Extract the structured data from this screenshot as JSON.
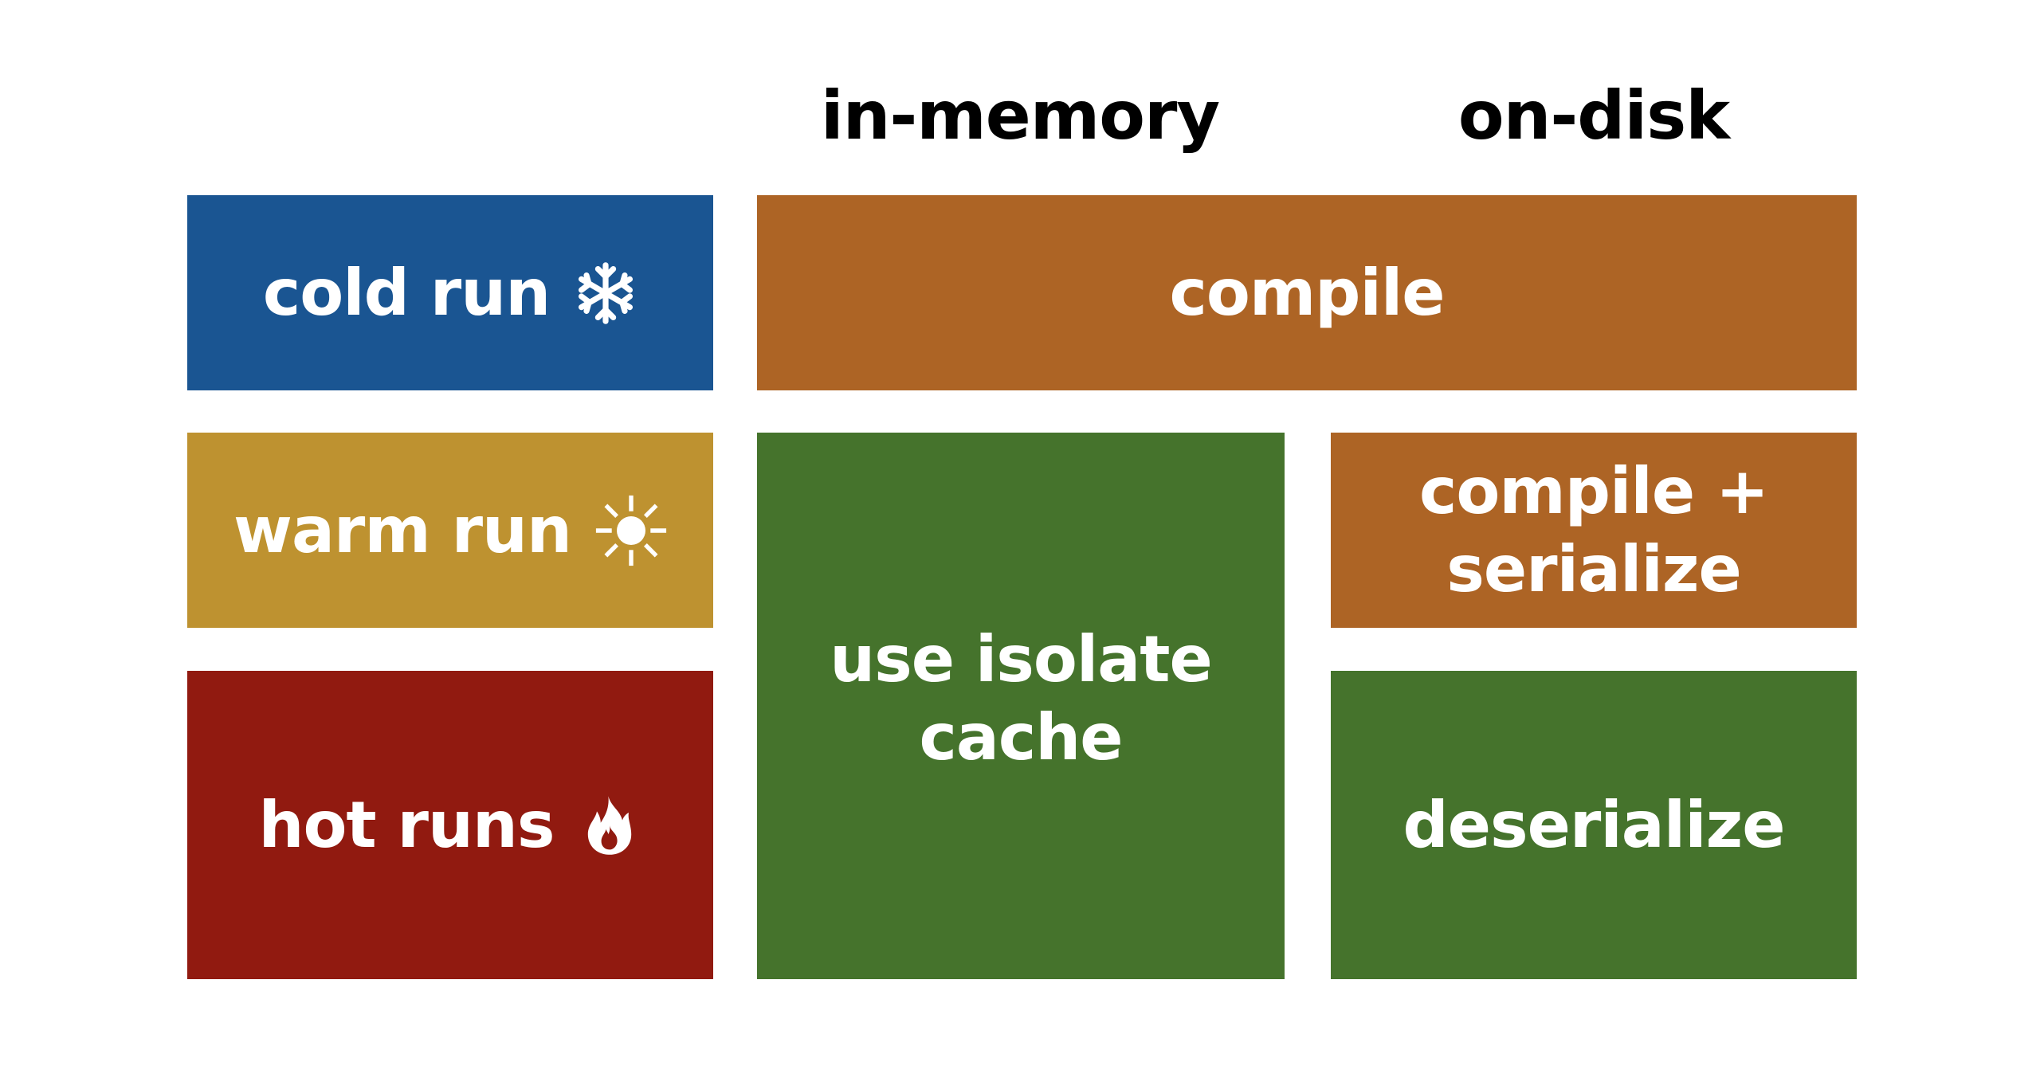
{
  "headers": {
    "in_memory": "in-memory",
    "on_disk": "on-disk"
  },
  "rows": {
    "cold": {
      "label": "cold run",
      "icon": "snowflake-icon",
      "color": "#1A5592"
    },
    "warm": {
      "label": "warm run",
      "icon": "sun-icon",
      "color": "#BE9230"
    },
    "hot": {
      "label": "hot runs",
      "icon": "fire-icon",
      "color": "#911A10"
    }
  },
  "cells": {
    "compile": {
      "label": "compile",
      "color": "#AD6425"
    },
    "use_isolate_cache": {
      "line1": "use isolate",
      "line2": "cache",
      "color": "#45732C"
    },
    "compile_serialize": {
      "line1": "compile +",
      "line2": "serialize",
      "color": "#AD6425"
    },
    "deserialize": {
      "label": "deserialize",
      "color": "#45732C"
    }
  },
  "colors": {
    "background": "#FFFFFF",
    "header_text": "#000000",
    "box_text": "#FFFFFF"
  }
}
